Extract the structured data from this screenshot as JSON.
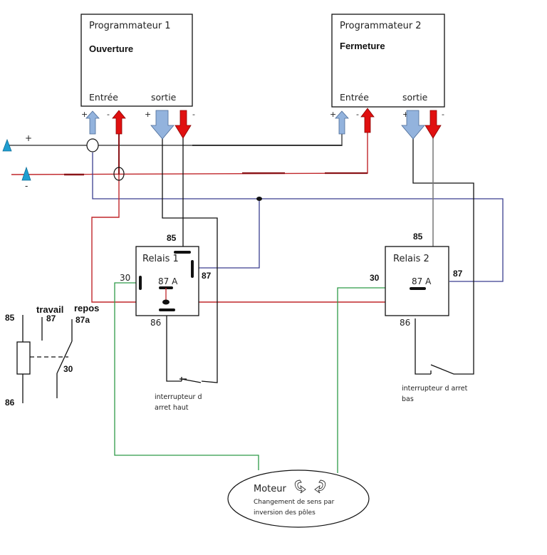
{
  "colors": {
    "wire_black": "#111111",
    "wire_gray": "#777777",
    "wire_red": "#c0262a",
    "wire_darkred": "#8a1418",
    "wire_blue": "#3a3f8f",
    "wire_green": "#2e9a48",
    "arrow_blue": "#93b3dd",
    "arrow_red": "#e01010",
    "terminal_blue": "#1f9ed1"
  },
  "programmer1": {
    "title": "Programmateur 1",
    "mode": "Ouverture",
    "input_label": "Entrée",
    "output_label": "sortie",
    "pins": [
      "+",
      "-",
      "+",
      "-"
    ]
  },
  "programmer2": {
    "title": "Programmateur 2",
    "mode": "Fermeture",
    "input_label": "Entrée",
    "output_label": "sortie",
    "pins": [
      "+",
      "-",
      "+",
      "-"
    ]
  },
  "supply": {
    "plus": "+",
    "minus": "-"
  },
  "relay1": {
    "title": "Relais 1",
    "pin85": "85",
    "pin87": "87",
    "pin87a": "87 A",
    "pin30": "30",
    "pin86": "86"
  },
  "relay2": {
    "title": "Relais 2",
    "pin85": "85",
    "pin87": "87",
    "pin87a": "87 A",
    "pin30": "30",
    "pin86": "86"
  },
  "legend": {
    "pin85": "85",
    "pin86": "86",
    "work_label": "travail",
    "work_pin": "87",
    "rest_label": "repos",
    "rest_pin": "87a",
    "common_pin": "30"
  },
  "switch_top": {
    "line1": "interrupteur d",
    "line2": "arret haut"
  },
  "switch_bottom": {
    "line1": "interrupteur d arret",
    "line2": "bas"
  },
  "motor": {
    "title": "Moteur",
    "line1": "Changement de sens par",
    "line2": "inversion des pôles"
  }
}
